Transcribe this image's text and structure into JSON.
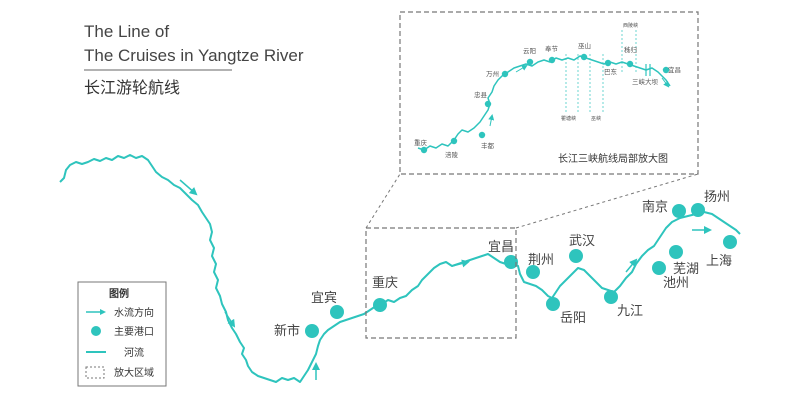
{
  "title": {
    "en_line1": "The Line of",
    "en_line2": "The Cruises in Yangtze River",
    "cn": "长江游轮航线"
  },
  "colors": {
    "river": "#2ec4bd",
    "dashed_frame": "#777777",
    "text": "#444444"
  },
  "cities": {
    "xinshi": "新市",
    "yibin": "宜宾",
    "chongqing": "重庆",
    "yichang": "宜昌",
    "jingzhou": "荆州",
    "wuhan": "武汉",
    "yueyang": "岳阳",
    "jiujiang": "九江",
    "nanjing": "南京",
    "yangzhou": "扬州",
    "wuhu": "芜湖",
    "chizhou": "池州",
    "shanghai": "上海"
  },
  "inset": {
    "caption": "长江三峡航线局部放大图",
    "cities": {
      "chongqing": "重庆",
      "fuling": "涪陵",
      "fengdu": "丰都",
      "zhongxian": "忠县",
      "wanzhou": "万州",
      "yunyang": "云阳",
      "fengjie": "奉节",
      "wushan": "巫山",
      "badong": "巴东",
      "zigui": "秭归",
      "yichang": "宜昌",
      "sanxia_dam": "三峡大坝"
    },
    "gorges": {
      "qutang": "瞿塘峡",
      "wuxia": "巫峡",
      "xiling": "西陵峡"
    }
  },
  "legend": {
    "title": "图例",
    "flow_direction": "水流方向",
    "main_port": "主要港口",
    "river": "河流",
    "enlarged_area": "放大区域"
  }
}
